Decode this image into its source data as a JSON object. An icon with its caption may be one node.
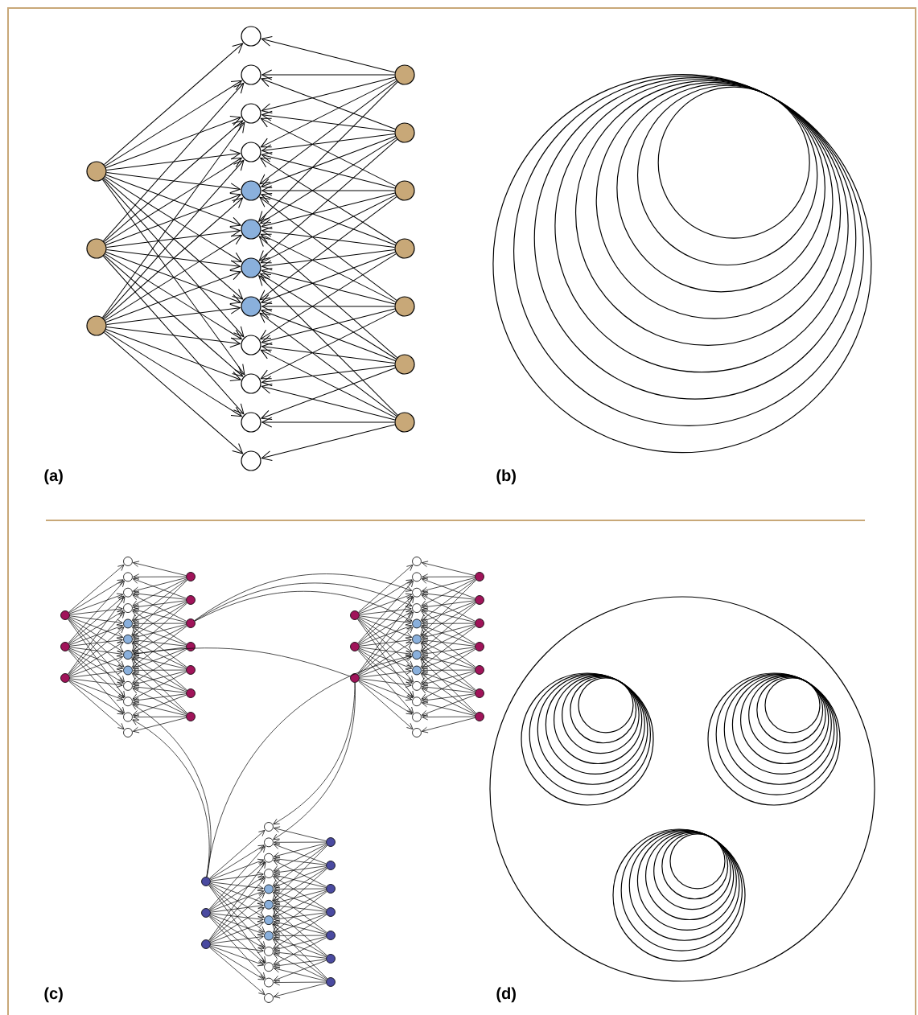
{
  "diagram": {
    "nodes": [
      {
        "text": [],
        "shape": "circle"
      },
      {
        "text": [],
        "shape": "circle"
      },
      {
        "text": [],
        "shape": "circle"
      },
      {
        "text": [],
        "shape": "circle"
      },
      {
        "text": [],
        "shape": "circle"
      },
      {
        "text": [],
        "shape": "circle"
      },
      {
        "text": [],
        "shape": "circle"
      },
      {
        "text": [],
        "shape": "circle"
      },
      {
        "text": [],
        "shape": "circle"
      },
      {
        "text": [],
        "shape": "circle"
      },
      {
        "text": [],
        "shape": "circle"
      },
      {
        "text": [],
        "shape": "circle"
      },
      {
        "text": [],
        "shape": "circle"
      },
      {
        "text": [],
        "shape": "circle"
      },
      {
        "text": [],
        "shape": "circle"
      },
      {
        "text": [],
        "shape": "circle"
      },
      {
        "text": [],
        "shape": "circle"
      },
      {
        "text": [],
        "shape": "circle"
      },
      {
        "text": [],
        "shape": "circle"
      },
      {
        "text": [],
        "shape": "circle"
      },
      {
        "text": [],
        "shape": "circle"
      },
      {
        "text": [],
        "shape": "circle"
      },
      {
        "text": [],
        "shape": "circle"
      },
      {
        "text": [],
        "shape": "circle"
      },
      {
        "text": [],
        "shape": "circle"
      },
      {
        "text": [],
        "shape": "circle"
      },
      {
        "text": [],
        "shape": "circle"
      },
      {
        "text": [],
        "shape": "circle"
      },
      {
        "text": [],
        "shape": "circle"
      },
      {
        "text": [],
        "shape": "circle"
      },
      {
        "text": [],
        "shape": "circle"
      },
      {
        "text": [],
        "shape": "circle"
      },
      {
        "text": [],
        "shape": "circle"
      },
      {
        "text": [],
        "shape": "circle"
      },
      {
        "text": [],
        "shape": "circle"
      },
      {
        "text": [],
        "shape": "circle"
      },
      {
        "text": [],
        "shape": "circle"
      },
      {
        "text": [],
        "shape": "circle"
      },
      {
        "text": [],
        "shape": "circle"
      },
      {
        "text": [],
        "shape": "circle"
      },
      {
        "text": [],
        "shape": "circle"
      },
      {
        "text": [],
        "shape": "circle"
      },
      {
        "text": [],
        "shape": "circle"
      },
      {
        "text": [],
        "shape": "circle"
      },
      {
        "text": [],
        "shape": "circle"
      },
      {
        "text": [],
        "shape": "circle"
      },
      {
        "text": [],
        "shape": "circle"
      },
      {
        "text": [],
        "shape": "circle"
      },
      {
        "text": [],
        "shape": "circle"
      },
      {
        "text": [],
        "shape": "circle"
      },
      {
        "text": [],
        "shape": "circle"
      },
      {
        "text": [],
        "shape": "circle"
      },
      {
        "text": [],
        "shape": "circle"
      },
      {
        "text": [],
        "shape": "circle"
      },
      {
        "text": [],
        "shape": "circle"
      },
      {
        "text": [],
        "shape": "circle"
      },
      {
        "text": [],
        "shape": "circle"
      },
      {
        "text": [],
        "shape": "circle"
      },
      {
        "text": [],
        "shape": "circle"
      },
      {
        "text": [],
        "shape": "circle"
      },
      {
        "text": [],
        "shape": "circle"
      },
      {
        "text": [],
        "shape": "circle"
      },
      {
        "text": [],
        "shape": "circle"
      },
      {
        "text": [],
        "shape": "circle"
      },
      {
        "text": [],
        "shape": "circle"
      },
      {
        "text": [],
        "shape": "circle"
      },
      {
        "text": [],
        "shape": "circle"
      },
      {
        "text": [],
        "shape": "circle"
      },
      {
        "text": [],
        "shape": "circle"
      },
      {
        "text": [],
        "shape": "circle"
      },
      {
        "text": [],
        "shape": "circle"
      },
      {
        "text": [],
        "shape": "circle"
      },
      {
        "text": [],
        "shape": "circle"
      },
      {
        "text": [],
        "shape": "circle"
      },
      {
        "text": [],
        "shape": "circle"
      },
      {
        "text": [],
        "shape": "circle"
      },
      {
        "text": [],
        "shape": "circle"
      },
      {
        "text": [],
        "shape": "circle"
      },
      {
        "text": [],
        "shape": "circle"
      },
      {
        "text": [],
        "shape": "circle"
      },
      {
        "text": [],
        "shape": "circle"
      },
      {
        "text": [],
        "shape": "circle"
      },
      {
        "text": [],
        "shape": "circle"
      },
      {
        "text": [],
        "shape": "circle"
      },
      {
        "text": [],
        "shape": "circle"
      },
      {
        "text": [],
        "shape": "circle"
      },
      {
        "text": [],
        "shape": "circle"
      },
      {
        "text": [],
        "shape": "circle"
      }
    ],
    "edges": [
      {
        "from": 0,
        "to": 3,
        "arrow": "to"
      },
      {
        "from": 0,
        "to": 4,
        "arrow": "to"
      },
      {
        "from": 0,
        "to": 5,
        "arrow": "to"
      },
      {
        "from": 0,
        "to": 6,
        "arrow": "to"
      },
      {
        "from": 0,
        "to": 7,
        "arrow": "to"
      },
      {
        "from": 0,
        "to": 8,
        "arrow": "to"
      },
      {
        "from": 0,
        "to": 9,
        "arrow": "to"
      },
      {
        "from": 0,
        "to": 10,
        "arrow": "to"
      },
      {
        "from": 0,
        "to": 11,
        "arrow": "to"
      },
      {
        "from": 0,
        "to": 12,
        "arrow": "to"
      },
      {
        "from": 1,
        "to": 4,
        "arrow": "to"
      },
      {
        "from": 1,
        "to": 5,
        "arrow": "to"
      },
      {
        "from": 1,
        "to": 6,
        "arrow": "to"
      },
      {
        "from": 1,
        "to": 7,
        "arrow": "to"
      },
      {
        "from": 1,
        "to": 8,
        "arrow": "to"
      },
      {
        "from": 1,
        "to": 9,
        "arrow": "to"
      },
      {
        "from": 1,
        "to": 10,
        "arrow": "to"
      },
      {
        "from": 1,
        "to": 11,
        "arrow": "to"
      },
      {
        "from": 1,
        "to": 12,
        "arrow": "to"
      },
      {
        "from": 1,
        "to": 13,
        "arrow": "to"
      },
      {
        "from": 2,
        "to": 5,
        "arrow": "to"
      },
      {
        "from": 2,
        "to": 6,
        "arrow": "to"
      },
      {
        "from": 2,
        "to": 7,
        "arrow": "to"
      },
      {
        "from": 2,
        "to": 8,
        "arrow": "to"
      },
      {
        "from": 2,
        "to": 9,
        "arrow": "to"
      },
      {
        "from": 2,
        "to": 10,
        "arrow": "to"
      },
      {
        "from": 2,
        "to": 11,
        "arrow": "to"
      },
      {
        "from": 2,
        "to": 12,
        "arrow": "to"
      },
      {
        "from": 2,
        "to": 13,
        "arrow": "to"
      },
      {
        "from": 2,
        "to": 14,
        "arrow": "to"
      },
      {
        "from": 15,
        "to": 3,
        "arrow": "to"
      },
      {
        "from": 15,
        "to": 4,
        "arrow": "to"
      },
      {
        "from": 15,
        "to": 5,
        "arrow": "to"
      },
      {
        "from": 15,
        "to": 6,
        "arrow": "to"
      },
      {
        "from": 15,
        "to": 7,
        "arrow": "to"
      },
      {
        "from": 15,
        "to": 8,
        "arrow": "to"
      },
      {
        "from": 16,
        "to": 4,
        "arrow": "to"
      },
      {
        "from": 16,
        "to": 5,
        "arrow": "to"
      },
      {
        "from": 16,
        "to": 6,
        "arrow": "to"
      },
      {
        "from": 16,
        "to": 7,
        "arrow": "to"
      },
      {
        "from": 16,
        "to": 8,
        "arrow": "to"
      },
      {
        "from": 16,
        "to": 9,
        "arrow": "to"
      },
      {
        "from": 17,
        "to": 5,
        "arrow": "to"
      },
      {
        "from": 17,
        "to": 6,
        "arrow": "to"
      },
      {
        "from": 17,
        "to": 7,
        "arrow": "to"
      },
      {
        "from": 17,
        "to": 8,
        "arrow": "to"
      },
      {
        "from": 17,
        "to": 9,
        "arrow": "to"
      },
      {
        "from": 17,
        "to": 10,
        "arrow": "to"
      },
      {
        "from": 18,
        "to": 6,
        "arrow": "to"
      },
      {
        "from": 18,
        "to": 7,
        "arrow": "to"
      },
      {
        "from": 18,
        "to": 8,
        "arrow": "to"
      },
      {
        "from": 18,
        "to": 9,
        "arrow": "to"
      },
      {
        "from": 18,
        "to": 10,
        "arrow": "to"
      },
      {
        "from": 18,
        "to": 11,
        "arrow": "to"
      },
      {
        "from": 19,
        "to": 7,
        "arrow": "to"
      },
      {
        "from": 19,
        "to": 8,
        "arrow": "to"
      },
      {
        "from": 19,
        "to": 9,
        "arrow": "to"
      },
      {
        "from": 19,
        "to": 10,
        "arrow": "to"
      },
      {
        "from": 19,
        "to": 11,
        "arrow": "to"
      },
      {
        "from": 19,
        "to": 12,
        "arrow": "to"
      },
      {
        "from": 20,
        "to": 8,
        "arrow": "to"
      },
      {
        "from": 20,
        "to": 9,
        "arrow": "to"
      },
      {
        "from": 20,
        "to": 10,
        "arrow": "to"
      },
      {
        "from": 20,
        "to": 11,
        "arrow": "to"
      },
      {
        "from": 20,
        "to": 12,
        "arrow": "to"
      },
      {
        "from": 20,
        "to": 13,
        "arrow": "to"
      },
      {
        "from": 21,
        "to": 9,
        "arrow": "to"
      },
      {
        "from": 21,
        "to": 10,
        "arrow": "to"
      },
      {
        "from": 21,
        "to": 11,
        "arrow": "to"
      },
      {
        "from": 21,
        "to": 12,
        "arrow": "to"
      },
      {
        "from": 21,
        "to": 13,
        "arrow": "to"
      },
      {
        "from": 21,
        "to": 14,
        "arrow": "to"
      },
      {
        "from": 22,
        "to": 25,
        "arrow": "to"
      },
      {
        "from": 22,
        "to": 26,
        "arrow": "to"
      },
      {
        "from": 22,
        "to": 27,
        "arrow": "to"
      },
      {
        "from": 22,
        "to": 28,
        "arrow": "to"
      },
      {
        "from": 22,
        "to": 29,
        "arrow": "to"
      },
      {
        "from": 22,
        "to": 30,
        "arrow": "to"
      },
      {
        "from": 22,
        "to": 31,
        "arrow": "to"
      },
      {
        "from": 22,
        "to": 32,
        "arrow": "to"
      },
      {
        "from": 22,
        "to": 33,
        "arrow": "to"
      },
      {
        "from": 22,
        "to": 34,
        "arrow": "to"
      },
      {
        "from": 23,
        "to": 26,
        "arrow": "to"
      },
      {
        "from": 23,
        "to": 27,
        "arrow": "to"
      },
      {
        "from": 23,
        "to": 28,
        "arrow": "to"
      },
      {
        "from": 23,
        "to": 29,
        "arrow": "to"
      },
      {
        "from": 23,
        "to": 30,
        "arrow": "to"
      },
      {
        "from": 23,
        "to": 31,
        "arrow": "to"
      },
      {
        "from": 23,
        "to": 32,
        "arrow": "to"
      },
      {
        "from": 23,
        "to": 33,
        "arrow": "to"
      },
      {
        "from": 23,
        "to": 34,
        "arrow": "to"
      },
      {
        "from": 23,
        "to": 35,
        "arrow": "to"
      },
      {
        "from": 24,
        "to": 27,
        "arrow": "to"
      },
      {
        "from": 24,
        "to": 28,
        "arrow": "to"
      },
      {
        "from": 24,
        "to": 29,
        "arrow": "to"
      },
      {
        "from": 24,
        "to": 30,
        "arrow": "to"
      },
      {
        "from": 24,
        "to": 31,
        "arrow": "to"
      },
      {
        "from": 24,
        "to": 32,
        "arrow": "to"
      },
      {
        "from": 24,
        "to": 33,
        "arrow": "to"
      },
      {
        "from": 24,
        "to": 34,
        "arrow": "to"
      },
      {
        "from": 24,
        "to": 35,
        "arrow": "to"
      },
      {
        "from": 24,
        "to": 36,
        "arrow": "to"
      },
      {
        "from": 37,
        "to": 25,
        "arrow": "to"
      },
      {
        "from": 37,
        "to": 26,
        "arrow": "to"
      },
      {
        "from": 37,
        "to": 27,
        "arrow": "to"
      },
      {
        "from": 37,
        "to": 28,
        "arrow": "to"
      },
      {
        "from": 37,
        "to": 29,
        "arrow": "to"
      },
      {
        "from": 37,
        "to": 30,
        "arrow": "to"
      },
      {
        "from": 38,
        "to": 26,
        "arrow": "to"
      },
      {
        "from": 38,
        "to": 27,
        "arrow": "to"
      },
      {
        "from": 38,
        "to": 28,
        "arrow": "to"
      },
      {
        "from": 38,
        "to": 29,
        "arrow": "to"
      },
      {
        "from": 38,
        "to": 30,
        "arrow": "to"
      },
      {
        "from": 38,
        "to": 31,
        "arrow": "to"
      },
      {
        "from": 39,
        "to": 27,
        "arrow": "to"
      },
      {
        "from": 39,
        "to": 28,
        "arrow": "to"
      },
      {
        "from": 39,
        "to": 29,
        "arrow": "to"
      },
      {
        "from": 39,
        "to": 30,
        "arrow": "to"
      },
      {
        "from": 39,
        "to": 31,
        "arrow": "to"
      },
      {
        "from": 39,
        "to": 32,
        "arrow": "to"
      },
      {
        "from": 40,
        "to": 28,
        "arrow": "to"
      },
      {
        "from": 40,
        "to": 29,
        "arrow": "to"
      },
      {
        "from": 40,
        "to": 30,
        "arrow": "to"
      },
      {
        "from": 40,
        "to": 31,
        "arrow": "to"
      },
      {
        "from": 40,
        "to": 32,
        "arrow": "to"
      },
      {
        "from": 40,
        "to": 33,
        "arrow": "to"
      },
      {
        "from": 41,
        "to": 29,
        "arrow": "to"
      },
      {
        "from": 41,
        "to": 30,
        "arrow": "to"
      },
      {
        "from": 41,
        "to": 31,
        "arrow": "to"
      },
      {
        "from": 41,
        "to": 32,
        "arrow": "to"
      },
      {
        "from": 41,
        "to": 33,
        "arrow": "to"
      },
      {
        "from": 41,
        "to": 34,
        "arrow": "to"
      },
      {
        "from": 42,
        "to": 30,
        "arrow": "to"
      },
      {
        "from": 42,
        "to": 31,
        "arrow": "to"
      },
      {
        "from": 42,
        "to": 32,
        "arrow": "to"
      },
      {
        "from": 42,
        "to": 33,
        "arrow": "to"
      },
      {
        "from": 42,
        "to": 34,
        "arrow": "to"
      },
      {
        "from": 42,
        "to": 35,
        "arrow": "to"
      },
      {
        "from": 43,
        "to": 31,
        "arrow": "to"
      },
      {
        "from": 43,
        "to": 32,
        "arrow": "to"
      },
      {
        "from": 43,
        "to": 33,
        "arrow": "to"
      },
      {
        "from": 43,
        "to": 34,
        "arrow": "to"
      },
      {
        "from": 43,
        "to": 35,
        "arrow": "to"
      },
      {
        "from": 43,
        "to": 36,
        "arrow": "to"
      },
      {
        "from": 44,
        "to": 47,
        "arrow": "to"
      },
      {
        "from": 44,
        "to": 48,
        "arrow": "to"
      },
      {
        "from": 44,
        "to": 49,
        "arrow": "to"
      },
      {
        "from": 44,
        "to": 50,
        "arrow": "to"
      },
      {
        "from": 44,
        "to": 51,
        "arrow": "to"
      },
      {
        "from": 44,
        "to": 52,
        "arrow": "to"
      },
      {
        "from": 44,
        "to": 53,
        "arrow": "to"
      },
      {
        "from": 44,
        "to": 54,
        "arrow": "to"
      },
      {
        "from": 44,
        "to": 55,
        "arrow": "to"
      },
      {
        "from": 44,
        "to": 56,
        "arrow": "to"
      },
      {
        "from": 45,
        "to": 48,
        "arrow": "to"
      },
      {
        "from": 45,
        "to": 49,
        "arrow": "to"
      },
      {
        "from": 45,
        "to": 50,
        "arrow": "to"
      },
      {
        "from": 45,
        "to": 51,
        "arrow": "to"
      },
      {
        "from": 45,
        "to": 52,
        "arrow": "to"
      },
      {
        "from": 45,
        "to": 53,
        "arrow": "to"
      },
      {
        "from": 45,
        "to": 54,
        "arrow": "to"
      },
      {
        "from": 45,
        "to": 55,
        "arrow": "to"
      },
      {
        "from": 45,
        "to": 56,
        "arrow": "to"
      },
      {
        "from": 45,
        "to": 57,
        "arrow": "to"
      },
      {
        "from": 46,
        "to": 49,
        "arrow": "to"
      },
      {
        "from": 46,
        "to": 50,
        "arrow": "to"
      },
      {
        "from": 46,
        "to": 51,
        "arrow": "to"
      },
      {
        "from": 46,
        "to": 52,
        "arrow": "to"
      },
      {
        "from": 46,
        "to": 53,
        "arrow": "to"
      },
      {
        "from": 46,
        "to": 54,
        "arrow": "to"
      },
      {
        "from": 46,
        "to": 55,
        "arrow": "to"
      },
      {
        "from": 46,
        "to": 56,
        "arrow": "to"
      },
      {
        "from": 46,
        "to": 57,
        "arrow": "to"
      },
      {
        "from": 46,
        "to": 58,
        "arrow": "to"
      },
      {
        "from": 59,
        "to": 47,
        "arrow": "to"
      },
      {
        "from": 59,
        "to": 48,
        "arrow": "to"
      },
      {
        "from": 59,
        "to": 49,
        "arrow": "to"
      },
      {
        "from": 59,
        "to": 50,
        "arrow": "to"
      },
      {
        "from": 59,
        "to": 51,
        "arrow": "to"
      },
      {
        "from": 59,
        "to": 52,
        "arrow": "to"
      },
      {
        "from": 60,
        "to": 48,
        "arrow": "to"
      },
      {
        "from": 60,
        "to": 49,
        "arrow": "to"
      },
      {
        "from": 60,
        "to": 50,
        "arrow": "to"
      },
      {
        "from": 60,
        "to": 51,
        "arrow": "to"
      },
      {
        "from": 60,
        "to": 52,
        "arrow": "to"
      },
      {
        "from": 60,
        "to": 53,
        "arrow": "to"
      },
      {
        "from": 61,
        "to": 49,
        "arrow": "to"
      },
      {
        "from": 61,
        "to": 50,
        "arrow": "to"
      },
      {
        "from": 61,
        "to": 51,
        "arrow": "to"
      },
      {
        "from": 61,
        "to": 52,
        "arrow": "to"
      },
      {
        "from": 61,
        "to": 53,
        "arrow": "to"
      },
      {
        "from": 61,
        "to": 54,
        "arrow": "to"
      },
      {
        "from": 62,
        "to": 50,
        "arrow": "to"
      },
      {
        "from": 62,
        "to": 51,
        "arrow": "to"
      },
      {
        "from": 62,
        "to": 52,
        "arrow": "to"
      },
      {
        "from": 62,
        "to": 53,
        "arrow": "to"
      },
      {
        "from": 62,
        "to": 54,
        "arrow": "to"
      },
      {
        "from": 62,
        "to": 55,
        "arrow": "to"
      },
      {
        "from": 63,
        "to": 51,
        "arrow": "to"
      },
      {
        "from": 63,
        "to": 52,
        "arrow": "to"
      },
      {
        "from": 63,
        "to": 53,
        "arrow": "to"
      },
      {
        "from": 63,
        "to": 54,
        "arrow": "to"
      },
      {
        "from": 63,
        "to": 55,
        "arrow": "to"
      },
      {
        "from": 63,
        "to": 56,
        "arrow": "to"
      },
      {
        "from": 64,
        "to": 52,
        "arrow": "to"
      },
      {
        "from": 64,
        "to": 53,
        "arrow": "to"
      },
      {
        "from": 64,
        "to": 54,
        "arrow": "to"
      },
      {
        "from": 64,
        "to": 55,
        "arrow": "to"
      },
      {
        "from": 64,
        "to": 56,
        "arrow": "to"
      },
      {
        "from": 64,
        "to": 57,
        "arrow": "to"
      },
      {
        "from": 65,
        "to": 53,
        "arrow": "to"
      },
      {
        "from": 65,
        "to": 54,
        "arrow": "to"
      },
      {
        "from": 65,
        "to": 55,
        "arrow": "to"
      },
      {
        "from": 65,
        "to": 56,
        "arrow": "to"
      },
      {
        "from": 65,
        "to": 57,
        "arrow": "to"
      },
      {
        "from": 65,
        "to": 58,
        "arrow": "to"
      },
      {
        "from": 66,
        "to": 69,
        "arrow": "to"
      },
      {
        "from": 66,
        "to": 70,
        "arrow": "to"
      },
      {
        "from": 66,
        "to": 71,
        "arrow": "to"
      },
      {
        "from": 66,
        "to": 72,
        "arrow": "to"
      },
      {
        "from": 66,
        "to": 73,
        "arrow": "to"
      },
      {
        "from": 66,
        "to": 74,
        "arrow": "to"
      },
      {
        "from": 66,
        "to": 75,
        "arrow": "to"
      },
      {
        "from": 66,
        "to": 76,
        "arrow": "to"
      },
      {
        "from": 66,
        "to": 77,
        "arrow": "to"
      },
      {
        "from": 66,
        "to": 78,
        "arrow": "to"
      },
      {
        "from": 67,
        "to": 70,
        "arrow": "to"
      },
      {
        "from": 67,
        "to": 71,
        "arrow": "to"
      },
      {
        "from": 67,
        "to": 72,
        "arrow": "to"
      },
      {
        "from": 67,
        "to": 73,
        "arrow": "to"
      },
      {
        "from": 67,
        "to": 74,
        "arrow": "to"
      },
      {
        "from": 67,
        "to": 75,
        "arrow": "to"
      },
      {
        "from": 67,
        "to": 76,
        "arrow": "to"
      },
      {
        "from": 67,
        "to": 77,
        "arrow": "to"
      },
      {
        "from": 67,
        "to": 78,
        "arrow": "to"
      },
      {
        "from": 67,
        "to": 79,
        "arrow": "to"
      },
      {
        "from": 68,
        "to": 71,
        "arrow": "to"
      },
      {
        "from": 68,
        "to": 72,
        "arrow": "to"
      },
      {
        "from": 68,
        "to": 73,
        "arrow": "to"
      },
      {
        "from": 68,
        "to": 74,
        "arrow": "to"
      },
      {
        "from": 68,
        "to": 75,
        "arrow": "to"
      },
      {
        "from": 68,
        "to": 76,
        "arrow": "to"
      },
      {
        "from": 68,
        "to": 77,
        "arrow": "to"
      },
      {
        "from": 68,
        "to": 78,
        "arrow": "to"
      },
      {
        "from": 68,
        "to": 79,
        "arrow": "to"
      },
      {
        "from": 68,
        "to": 80,
        "arrow": "to"
      },
      {
        "from": 81,
        "to": 69,
        "arrow": "to"
      },
      {
        "from": 81,
        "to": 70,
        "arrow": "to"
      },
      {
        "from": 81,
        "to": 71,
        "arrow": "to"
      },
      {
        "from": 81,
        "to": 72,
        "arrow": "to"
      },
      {
        "from": 81,
        "to": 73,
        "arrow": "to"
      },
      {
        "from": 81,
        "to": 74,
        "arrow": "to"
      },
      {
        "from": 82,
        "to": 70,
        "arrow": "to"
      },
      {
        "from": 82,
        "to": 71,
        "arrow": "to"
      },
      {
        "from": 82,
        "to": 72,
        "arrow": "to"
      },
      {
        "from": 82,
        "to": 73,
        "arrow": "to"
      },
      {
        "from": 82,
        "to": 74,
        "arrow": "to"
      },
      {
        "from": 82,
        "to": 75,
        "arrow": "to"
      },
      {
        "from": 83,
        "to": 71,
        "arrow": "to"
      },
      {
        "from": 83,
        "to": 72,
        "arrow": "to"
      },
      {
        "from": 83,
        "to": 73,
        "arrow": "to"
      },
      {
        "from": 83,
        "to": 74,
        "arrow": "to"
      },
      {
        "from": 83,
        "to": 75,
        "arrow": "to"
      },
      {
        "from": 83,
        "to": 76,
        "arrow": "to"
      },
      {
        "from": 84,
        "to": 72,
        "arrow": "to"
      },
      {
        "from": 84,
        "to": 73,
        "arrow": "to"
      },
      {
        "from": 84,
        "to": 74,
        "arrow": "to"
      },
      {
        "from": 84,
        "to": 75,
        "arrow": "to"
      },
      {
        "from": 84,
        "to": 76,
        "arrow": "to"
      },
      {
        "from": 84,
        "to": 77,
        "arrow": "to"
      },
      {
        "from": 85,
        "to": 73,
        "arrow": "to"
      },
      {
        "from": 85,
        "to": 74,
        "arrow": "to"
      },
      {
        "from": 85,
        "to": 75,
        "arrow": "to"
      },
      {
        "from": 85,
        "to": 76,
        "arrow": "to"
      },
      {
        "from": 85,
        "to": 77,
        "arrow": "to"
      },
      {
        "from": 85,
        "to": 78,
        "arrow": "to"
      },
      {
        "from": 86,
        "to": 74,
        "arrow": "to"
      },
      {
        "from": 86,
        "to": 75,
        "arrow": "to"
      },
      {
        "from": 86,
        "to": 76,
        "arrow": "to"
      },
      {
        "from": 86,
        "to": 77,
        "arrow": "to"
      },
      {
        "from": 86,
        "to": 78,
        "arrow": "to"
      },
      {
        "from": 86,
        "to": 79,
        "arrow": "to"
      },
      {
        "from": 87,
        "to": 75,
        "arrow": "to"
      },
      {
        "from": 87,
        "to": 76,
        "arrow": "to"
      },
      {
        "from": 87,
        "to": 77,
        "arrow": "to"
      },
      {
        "from": 87,
        "to": 78,
        "arrow": "to"
      },
      {
        "from": 87,
        "to": 79,
        "arrow": "to"
      },
      {
        "from": 87,
        "to": 80,
        "arrow": "to"
      },
      {
        "from": 39,
        "to": 49,
        "arrow": "to"
      },
      {
        "from": 39,
        "to": 50,
        "arrow": "to"
      },
      {
        "from": 39,
        "to": 51,
        "arrow": "to"
      },
      {
        "from": 46,
        "to": 31,
        "arrow": "to"
      },
      {
        "from": 46,
        "to": 69,
        "arrow": "to"
      },
      {
        "from": 46,
        "to": 70,
        "arrow": "to"
      },
      {
        "from": 66,
        "to": 34,
        "arrow": "to"
      },
      {
        "from": 66,
        "to": 35,
        "arrow": "to"
      },
      {
        "from": 66,
        "to": 53,
        "arrow": "to"
      }
    ],
    "labels": [
      "(a)",
      "(b)",
      "(c)",
      "(d)"
    ]
  }
}
